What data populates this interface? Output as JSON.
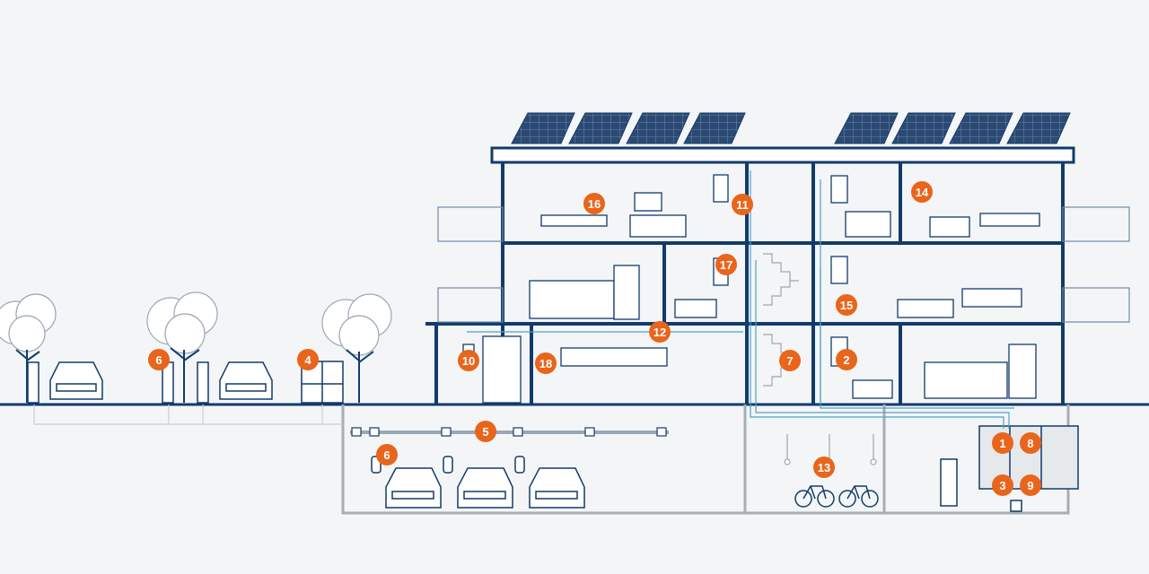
{
  "colors": {
    "background": "#f4f5f6",
    "structure": "#123b6b",
    "line": "#8aa0b8",
    "light_line": "#c9ced3",
    "cable": "#4da3c9",
    "marker": "#e8651b",
    "solar": "#2b4a73"
  },
  "markers": [
    {
      "id": "marker-1",
      "label": "1"
    },
    {
      "id": "marker-2",
      "label": "2"
    },
    {
      "id": "marker-3",
      "label": "3"
    },
    {
      "id": "marker-4",
      "label": "4"
    },
    {
      "id": "marker-5",
      "label": "5"
    },
    {
      "id": "marker-6a",
      "label": "6"
    },
    {
      "id": "marker-6b",
      "label": "6"
    },
    {
      "id": "marker-7",
      "label": "7"
    },
    {
      "id": "marker-8",
      "label": "8"
    },
    {
      "id": "marker-9",
      "label": "9"
    },
    {
      "id": "marker-10",
      "label": "10"
    },
    {
      "id": "marker-11",
      "label": "11"
    },
    {
      "id": "marker-12",
      "label": "12"
    },
    {
      "id": "marker-13",
      "label": "13"
    },
    {
      "id": "marker-14",
      "label": "14"
    },
    {
      "id": "marker-15",
      "label": "15"
    },
    {
      "id": "marker-16",
      "label": "16"
    },
    {
      "id": "marker-17",
      "label": "17"
    },
    {
      "id": "marker-18",
      "label": "18"
    }
  ]
}
